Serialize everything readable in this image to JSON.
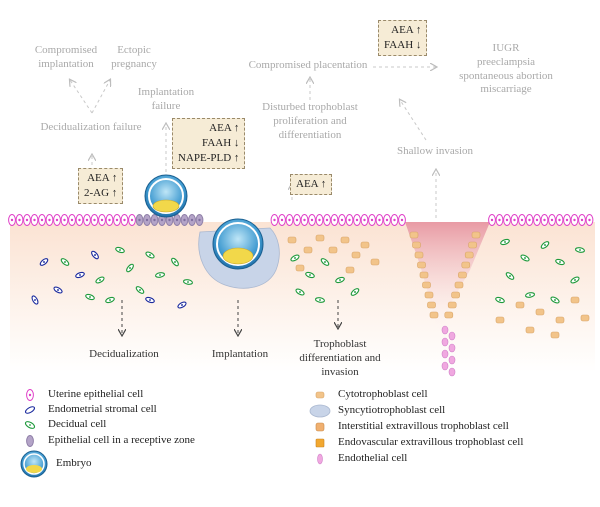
{
  "labels": {
    "compromised_implantation": "Compromised implantation",
    "ectopic_pregnancy": "Ectopic pregnancy",
    "decidualization_failure": "Decidualization failure",
    "implantation_failure": "Implantation failure",
    "compromised_placentation": "Compromised placentation",
    "disturbed_trophoblast": "Disturbed trophoblast proliferation and differentiation",
    "shallow_invasion": "Shallow invasion",
    "outcome_iugr": "IUGR",
    "outcome_preeclampsia": "preeclampsia",
    "outcome_abortion": "spontaneous abortion",
    "outcome_miscarriage": "miscarriage",
    "decidualization": "Decidualization",
    "implantation": "Implantation",
    "trophoblast_differentiation": "Trophoblast differentiation and invasion"
  },
  "boxes": {
    "decidualization": [
      "AEA ↑",
      "2-AG ↑"
    ],
    "implantation": [
      "AEA ↑",
      "FAAH ↓",
      "NAPE-PLD ↑"
    ],
    "trophoblast": [
      "AEA ↑"
    ],
    "placentation": [
      "AEA ↑",
      "FAAH ↓"
    ]
  },
  "legend_left": [
    {
      "icon": "uterine-epithelial-cell-icon",
      "label": "Uterine epithelial cell"
    },
    {
      "icon": "endometrial-stromal-cell-icon",
      "label": "Endometrial stromal cell"
    },
    {
      "icon": "decidual-cell-icon",
      "label": "Decidual cell"
    },
    {
      "icon": "receptive-epithelial-cell-icon",
      "label": "Epithelial cell in a receptive zone"
    },
    {
      "icon": "embryo-icon",
      "label": "Embryo"
    }
  ],
  "legend_right": [
    {
      "icon": "cytotrophoblast-cell-icon",
      "label": "Cytotrophoblast cell"
    },
    {
      "icon": "syncytiotrophoblast-cell-icon",
      "label": "Syncytiotrophoblast cell"
    },
    {
      "icon": "interstitial-evt-icon",
      "label": "Interstitial extravillous trophoblast cell"
    },
    {
      "icon": "endovascular-evt-icon",
      "label": "Endovascular extravillous trophoblast cell"
    },
    {
      "icon": "endothelial-cell-icon",
      "label": "Endothelial cell"
    }
  ],
  "colors": {
    "epithelium": "#e040c8",
    "receptive_epithelium": "#b4a4c8",
    "stroma": "#fbe9dc",
    "stromal_cell": "#1a2a9e",
    "decidual_cell": "#1e9a3c",
    "trophoblast": "#f2c48a",
    "syncytio": "#c8d4e8",
    "embryo_blue": "#2a8ac8",
    "endothelial": "#f0a8e0",
    "box_fill": "#f6ecd6"
  }
}
